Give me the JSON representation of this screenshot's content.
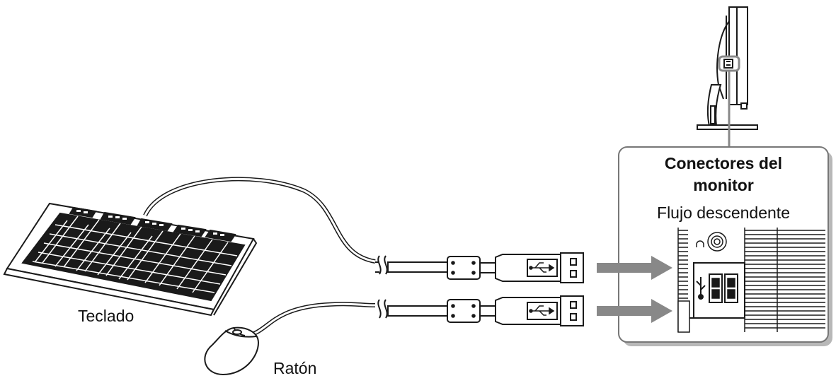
{
  "labels": {
    "keyboard": "Teclado",
    "mouse": "Ratón",
    "panel_title_line1": "Conectores del",
    "panel_title_line2": "monitor",
    "panel_subtitle": "Flujo descendente"
  },
  "icons": {
    "monitor": "monitor-side-view-icon",
    "keyboard": "keyboard-icon",
    "mouse": "mouse-icon",
    "usb_plug": "usb-plug-icon",
    "usb_symbol": "usb-symbol-icon",
    "arrow": "right-arrow-icon",
    "headphone": "headphone-icon"
  },
  "colors": {
    "stroke": "#1a1a1a",
    "arrow": "#888888",
    "panel_border": "#777777",
    "panel_shadow": "#b8b8b8"
  }
}
